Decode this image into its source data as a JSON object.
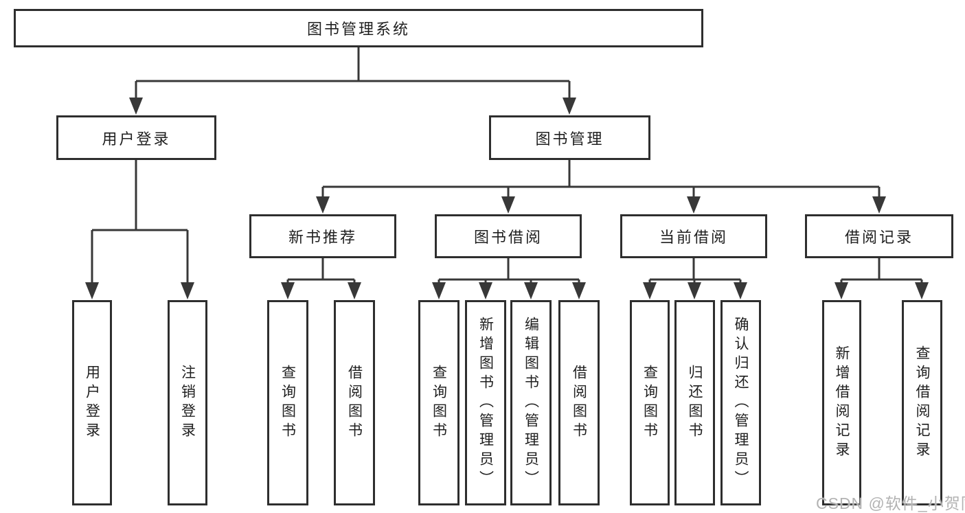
{
  "root": {
    "label": "图书管理系统"
  },
  "level2": {
    "user_login": {
      "label": "用户登录"
    },
    "book_management": {
      "label": "图书管理"
    }
  },
  "level3": {
    "new_book": {
      "label": "新书推荐"
    },
    "book_borrow": {
      "label": "图书借阅"
    },
    "current_borrow": {
      "label": "当前借阅"
    },
    "borrow_record": {
      "label": "借阅记录"
    }
  },
  "leaves": {
    "user_login": [
      "用户登录",
      "注销登录"
    ],
    "new_book": [
      "查询图书",
      "借阅图书"
    ],
    "book_borrow": [
      "查询图书",
      "新增图书（管理员）",
      "编辑图书（管理员）",
      "借阅图书"
    ],
    "current_borrow": [
      "查询图书",
      "归还图书",
      "确认归还（管理员）"
    ],
    "borrow_record": [
      "新增借阅记录",
      "查询借阅记录"
    ]
  },
  "watermark": "CSDN @软件_小贺同学",
  "colors": {
    "line": "#383838",
    "box_border": "#2e2e2e",
    "text": "#1f1f1f",
    "watermark": "#b3b3b3",
    "background": "#ffffff"
  }
}
